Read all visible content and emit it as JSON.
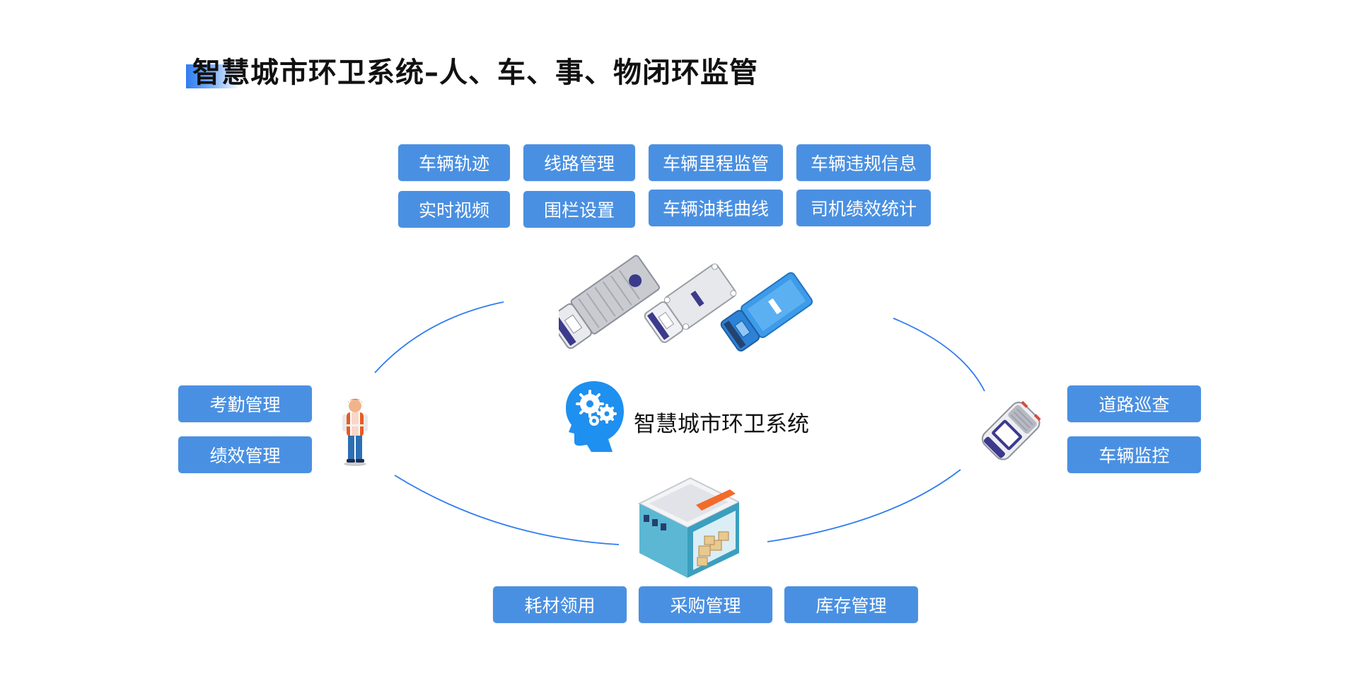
{
  "title": "智慧城市环卫系统–人、车、事、物闭环监管",
  "center": {
    "label": "智慧城市环卫系统"
  },
  "top_tags": [
    {
      "label": "车辆轨迹"
    },
    {
      "label": "线路管理"
    },
    {
      "label": "车辆里程监管"
    },
    {
      "label": "车辆违规信息"
    },
    {
      "label": "实时视频"
    },
    {
      "label": "围栏设置"
    },
    {
      "label": "车辆油耗曲线"
    },
    {
      "label": "司机绩效统计"
    }
  ],
  "left_tags": [
    {
      "label": "考勤管理"
    },
    {
      "label": "绩效管理"
    }
  ],
  "right_tags": [
    {
      "label": "道路巡查"
    },
    {
      "label": "车辆监控"
    }
  ],
  "bottom_tags": [
    {
      "label": "耗材领用"
    },
    {
      "label": "采购管理"
    },
    {
      "label": "库存管理"
    }
  ],
  "colors": {
    "tag_bg": "#4a90e2",
    "arc": "#2f7cf0",
    "accent": "#2f7cf0"
  },
  "icons": {
    "center": "brain-gears-icon",
    "top": "garbage-truck-icon",
    "left": "sanitation-worker-icon",
    "right": "patrol-car-icon",
    "bottom": "warehouse-icon"
  }
}
